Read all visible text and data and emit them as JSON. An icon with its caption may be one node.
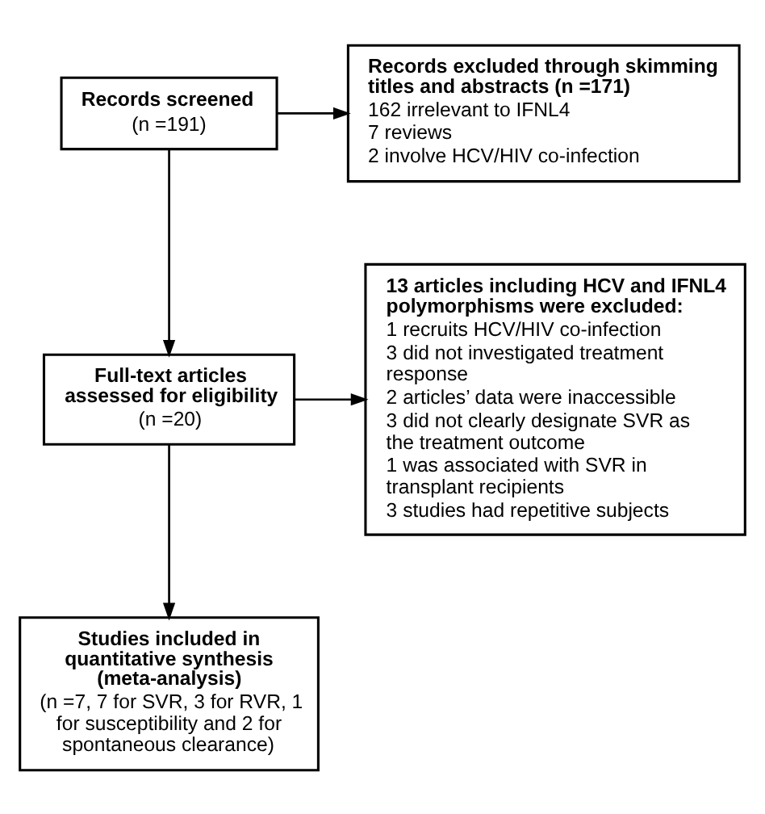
{
  "diagram": {
    "nodes": [
      {
        "text": [
          "Records screened",
          "(n =191)"
        ]
      },
      {
        "text": [
          "Records excluded through skimming titles and abstracts (n =171)",
          "162 irrelevant to IFNL4",
          "7 reviews",
          "2 involve HCV/HIV co-infection"
        ]
      },
      {
        "text": [
          "Full-text articles assessed for eligibility",
          "(n =20)"
        ]
      },
      {
        "text": [
          "13 articles including HCV and IFNL4 polymorphisms were excluded:",
          "1 recruits HCV/HIV co-infection",
          "3 did not investigated treatment response",
          "2 articles’ data were inaccessible",
          "3 did not clearly designate SVR as the treatment outcome",
          "1 was associated with SVR in transplant recipients",
          "3 studies had repetitive subjects"
        ]
      },
      {
        "text": [
          "Studies included in quantitative synthesis (meta-analysis)",
          "(n =7, 7 for SVR, 3 for RVR, 1 for susceptibility and 2 for spontaneous clearance)"
        ]
      }
    ],
    "edges": [
      {
        "from": 0,
        "to": 1,
        "arrow": "to"
      },
      {
        "from": 0,
        "to": 2,
        "arrow": "to"
      },
      {
        "from": 2,
        "to": 3,
        "arrow": "to"
      },
      {
        "from": 2,
        "to": 4,
        "arrow": "to"
      }
    ]
  }
}
